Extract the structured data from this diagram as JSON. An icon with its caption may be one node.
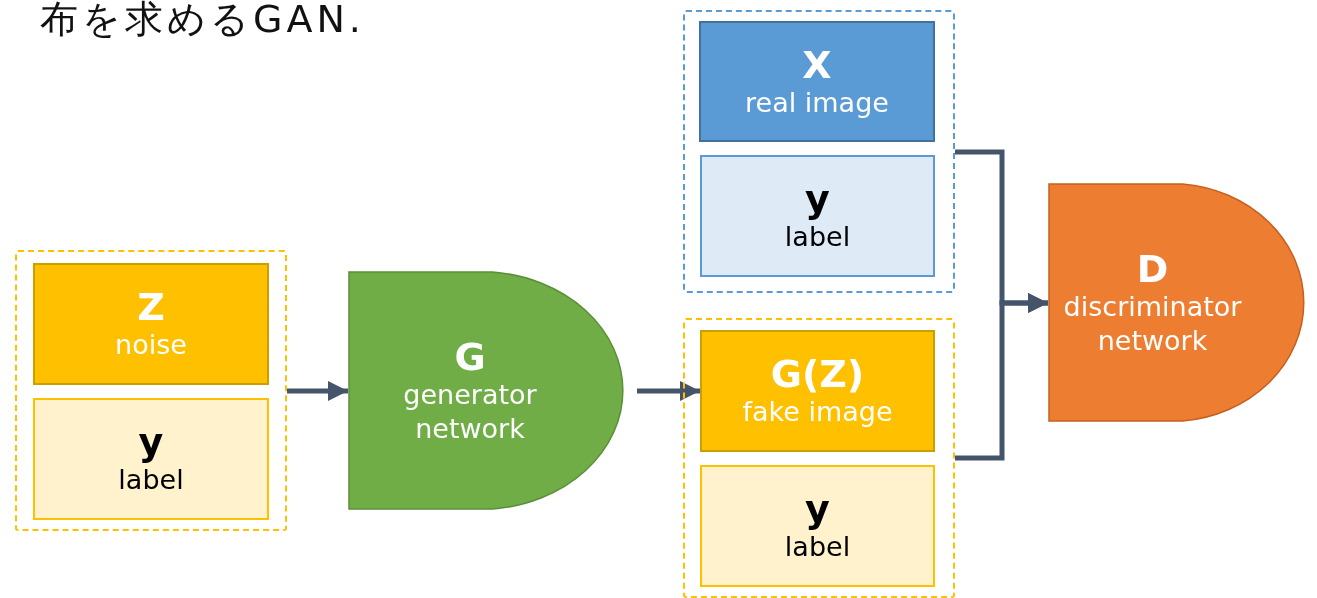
{
  "diagram": {
    "title": "布を求めるGAN.",
    "nodes": [
      {
        "text": [],
        "shape": "box"
      },
      {
        "text": [
          "Z",
          "noise"
        ],
        "in": 0
      },
      {
        "text": [
          "y",
          "label"
        ],
        "in": 0
      },
      {
        "text": [
          "G",
          "generator network"
        ]
      },
      {
        "text": [],
        "shape": "box"
      },
      {
        "text": [
          "X",
          "real image"
        ],
        "in": 4
      },
      {
        "text": [
          "y",
          "label"
        ],
        "in": 4
      },
      {
        "text": [],
        "shape": "box"
      },
      {
        "text": [
          "G(Z)",
          "fake image"
        ],
        "in": 7
      },
      {
        "text": [
          "y",
          "label"
        ],
        "in": 7
      },
      {
        "text": [
          "D",
          "discriminator network"
        ]
      }
    ],
    "edges": [
      {
        "from": 0,
        "to": 3,
        "arrow": "to"
      },
      {
        "from": 3,
        "to": 8,
        "arrow": "to"
      },
      {
        "from": 4,
        "to": 10,
        "arrow": "to"
      },
      {
        "from": 7,
        "to": 10,
        "arrow": "to"
      }
    ]
  }
}
